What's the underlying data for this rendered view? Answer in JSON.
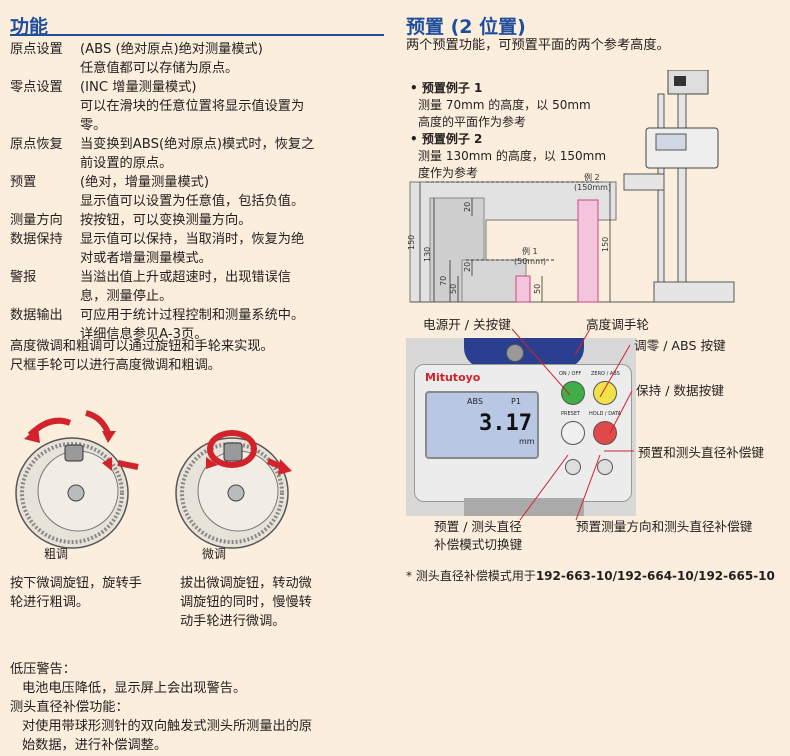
{
  "left": {
    "heading": "功能",
    "features": [
      {
        "term": "原点设置",
        "desc": [
          "(ABS (绝对原点)绝对测量模式)",
          "任意值都可以存储为原点。"
        ]
      },
      {
        "term": "零点设置",
        "desc": [
          "(INC 增量测量模式)",
          "可以在滑块的任意位置将显示值设置为",
          "零。"
        ]
      },
      {
        "term": "原点恢复",
        "desc": [
          "当变换到ABS(绝对原点)模式时，恢复之",
          "前设置的原点。"
        ]
      },
      {
        "term": "预置",
        "desc": [
          "(绝对，增量测量模式)",
          "显示值可以设置为任意值，包括负值。"
        ]
      },
      {
        "term": "测量方向",
        "desc": [
          "按按钮，可以变换测量方向。"
        ]
      },
      {
        "term": "数据保持",
        "desc": [
          "显示值可以保持，当取消时，恢复为绝",
          "对或者增量测量模式。"
        ]
      },
      {
        "term": "警报",
        "desc": [
          "当溢出值上升或超速时，出现错误信",
          "息，测量停止。"
        ]
      },
      {
        "term": "数据输出",
        "desc": [
          "可应用于统计过程控制和测量系统中。",
          "详细信息参见A-3页。"
        ]
      }
    ],
    "tail": [
      "高度微调和粗调可以通过旋钮和手轮来实现。",
      "尺框手轮可以进行高度微调和粗调。"
    ],
    "wheel_coarse_label": "粗调",
    "wheel_fine_label": "微调",
    "coarse_desc": [
      "按下微调旋钮，旋转手",
      "轮进行粗调。"
    ],
    "fine_desc": [
      "拔出微调旋钮，转动微",
      "调旋钮的同时，慢慢转",
      "动手轮进行微调。"
    ],
    "low_voltage_title": "低压警告：",
    "low_voltage_desc": "电池电压降低，显示屏上会出现警告。",
    "comp_title": "测头直径补偿功能：",
    "comp_desc": [
      "对使用带球形测针的双向触发式测头所测量出的原",
      "始数据，进行补偿调整。"
    ]
  },
  "right": {
    "heading": "预置 (2 位置)",
    "intro": "两个预置功能，可预置平面的两个参考高度。",
    "example1_title": "预置例子 1",
    "example1_lines": [
      "测量 70mm 的高度，以 50mm",
      "高度的平面作为参考"
    ],
    "example2_title": "预置例子 2",
    "example2_lines": [
      "测量 130mm 的高度，以 150mm",
      "度作为参考"
    ],
    "diagram": {
      "ex2_label": "例 2",
      "ex2_sub": "(150mm)",
      "ex1_label": "例 1",
      "ex1_sub": "(50mm)",
      "dims": [
        "150",
        "130",
        "70",
        "50",
        "20",
        "20",
        "50",
        "150"
      ]
    },
    "callouts": {
      "power": "电源开 / 关按键",
      "handwheel": "高度调手轮",
      "zero_abs": "调零 / ABS 按键",
      "hold": "保持 / 数据按键",
      "preset_comp": "预置和测头直径补偿键",
      "preset_mode": [
        "预置 / 测头直径",
        "补偿模式切换键"
      ],
      "preset_dir": "预置测量方向和测头直径补偿键"
    },
    "device": {
      "brand": "Mitutoyo",
      "abs": "ABS",
      "p1": "P1",
      "reading": "3.17",
      "unit": "mm",
      "btn_onoff": "ON / OFF",
      "btn_zero": "ZERO / ABS",
      "btn_preset": "PRESET",
      "btn_hold": "HOLD / DATA"
    },
    "footnote_prefix": "* 测头直径补偿模式用于",
    "footnote_models": "192-663-10/192-664-10/192-665-10"
  },
  "colors": {
    "heading": "#1f4e9c",
    "callout_line": "#d2232a",
    "background": "#fbeedd"
  }
}
